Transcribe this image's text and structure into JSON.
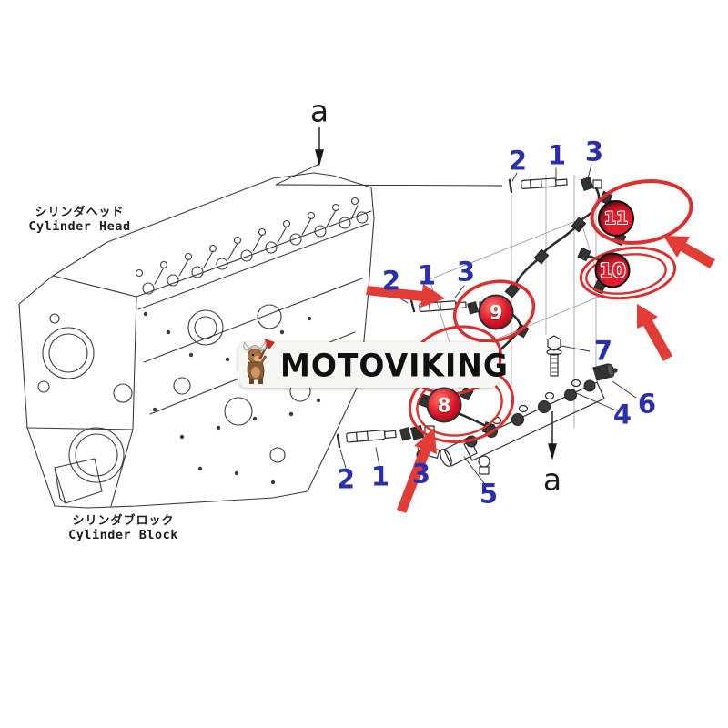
{
  "diagram_type": "engine-fuel-injection-parts-diagram",
  "engine_labels": {
    "cylinder_head_jp": "シリンダヘッド",
    "cylinder_head_en": "Cylinder Head",
    "cylinder_block_jp": "シリンダブロック",
    "cylinder_block_en": "Cylinder Block"
  },
  "view_markers": {
    "top": "a",
    "bottom": "a"
  },
  "watermark": {
    "text": "MOTOVIKING",
    "mascot": "viking-dog-mascot-icon"
  },
  "callouts": {
    "top": [
      "2",
      "1",
      "3"
    ],
    "middle": [
      "2",
      "1",
      "3"
    ],
    "bottom": [
      "2",
      "1",
      "3"
    ],
    "n4": "4",
    "n5": "5",
    "n6": "6",
    "n7": "7"
  },
  "badges": {
    "b8": "8",
    "b9": "9",
    "b10": "10",
    "b11": "11"
  },
  "colors": {
    "callout_blue": "#2a2fb0",
    "highlight_red": "#dd2f2f",
    "badge_red": "#d81326",
    "badge_dark": "#141414",
    "line_art": "#3b3b3b",
    "background": "#ffffff"
  }
}
